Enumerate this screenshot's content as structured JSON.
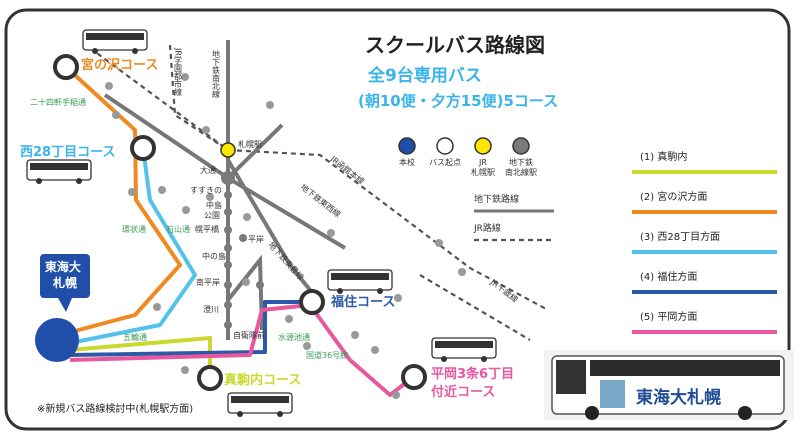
{
  "title": "スクールバス路線図",
  "subtitle1": "全9台専用バス",
  "subtitle2": "(朝10便・夕方15便)5コース",
  "note": "※新規バス路線検討中(札幌駅方面)",
  "legend_points": [
    {
      "label": "本校",
      "fill": "#1f4fa8"
    },
    {
      "label": "バス起点",
      "fill": "#ffffff"
    },
    {
      "label": "JR\n札幌駅",
      "fill": "#ffe600"
    },
    {
      "label": "地下鉄\n南北線駅",
      "fill": "#7a7a7a"
    }
  ],
  "legend_lines": [
    {
      "label": "地下鉄路線",
      "style": "solid"
    },
    {
      "label": "JR路線",
      "style": "dashed"
    }
  ],
  "courses": [
    {
      "label": "(1) 真駒内",
      "color": "#c9d92e"
    },
    {
      "label": "(2) 宮の沢方面",
      "color": "#ef8a23"
    },
    {
      "label": "(3) 西28丁目方面",
      "color": "#52c2ea"
    },
    {
      "label": "(4) 福住方面",
      "color": "#2d5aa8"
    },
    {
      "label": "(5) 平岡方面",
      "color": "#e9579f"
    }
  ],
  "map_labels": {
    "school": "東海大\n札幌",
    "miyanosawa": "宮の沢コース",
    "nishi28": "西28丁目コース",
    "fukuzumi": "福住コース",
    "makomanai": "真駒内コース",
    "hiraoka": "平岡3条6丁目\n付近コース",
    "sapporo_st": "札幌駅",
    "odori": "大通",
    "susukino": "すすきの",
    "nakajima_koen": "中島\n公園",
    "horohirabashi": "幌平橋",
    "nakanoshima": "中の島",
    "hiragishi": "平岸",
    "minami_hiragishi": "南平岸",
    "sumikawa": "澄川",
    "jieitai": "自衛隊前",
    "nijuyonken": "二十四軒手稲通",
    "kanjo": "環状通",
    "ishiyama": "石山通",
    "gorin": "五輪通",
    "mizuhara": "水源池通",
    "kokudo36": "国道36号線",
    "jr_gakuen": "JR学園都市線",
    "namboku": "地下鉄南北線",
    "toho": "地下鉄東豊線",
    "tozai": "地下鉄東西線",
    "jr_hakodate": "JR函館本線",
    "jr_chitose": "JR千歳線"
  },
  "bus_photo_text": "東海大札幌"
}
